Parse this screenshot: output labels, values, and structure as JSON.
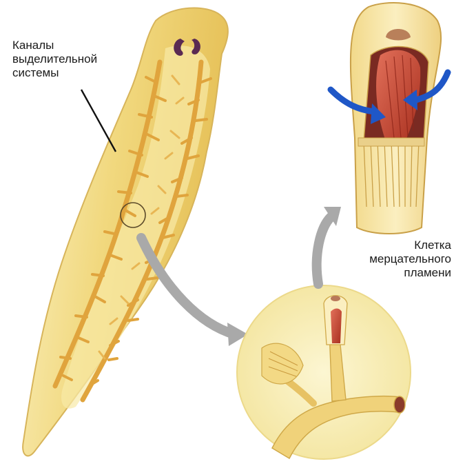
{
  "labels": {
    "canals": [
      "Каналы",
      "выделительной",
      "системы"
    ],
    "flame_cell": [
      "Клетка",
      "мерцательного",
      "пламени"
    ]
  },
  "colors": {
    "body_light": "#f6e9a4",
    "body_mid": "#e9c863",
    "canal": "#e0a43d",
    "eye": "#5a2a52",
    "magnifier": "#f8eeb8",
    "muscle": "#c9463a",
    "arrow_gray": "#a9a9a9",
    "arrow_blue": "#1f57c7"
  }
}
